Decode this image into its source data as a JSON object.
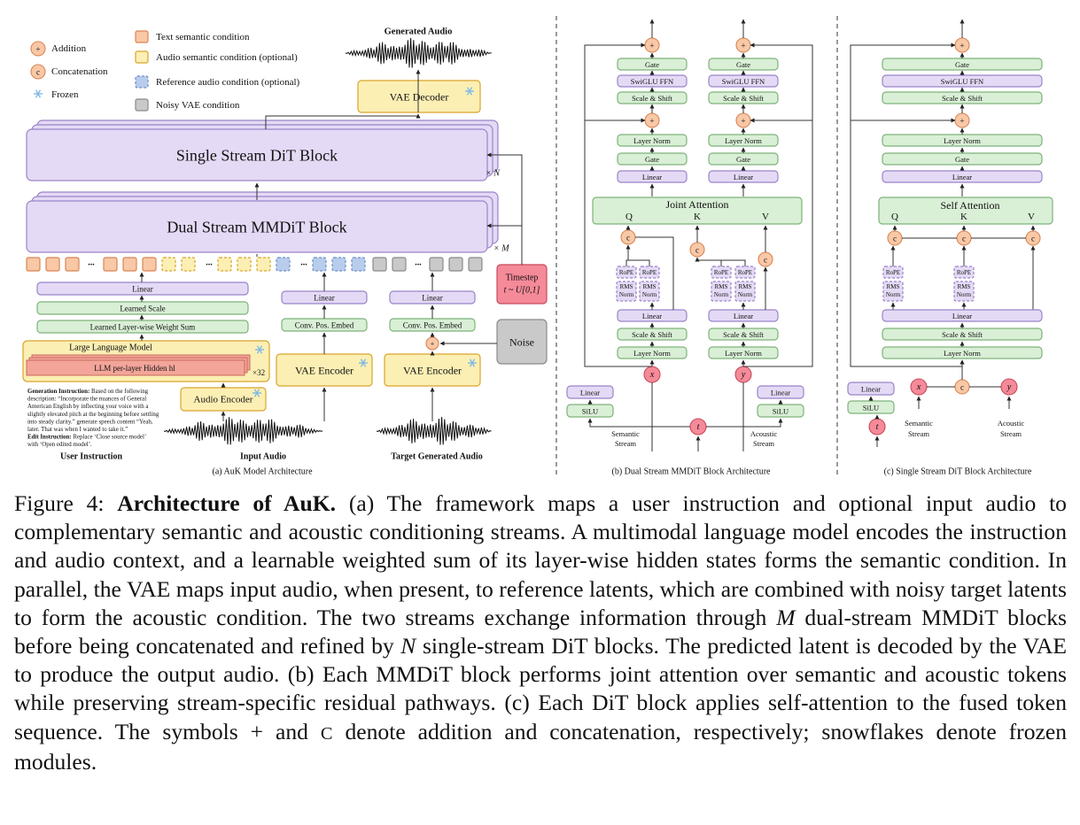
{
  "legend": {
    "addition": "Addition",
    "concatenation": "Concatenation",
    "frozen": "Frozen",
    "text_semantic": "Text semantic condition",
    "audio_semantic": "Audio semantic condition  (optional)",
    "reference_audio": "Reference audio condition (optional)",
    "noisy_vae": "Noisy VAE condition"
  },
  "symbols": {
    "plus": "+",
    "concat": "c",
    "ellipsis": "..."
  },
  "panel_a": {
    "generated_audio": "Generated Audio",
    "vae_decoder": "VAE Decoder",
    "single_stream": "Single Stream DiT Block",
    "dual_stream": "Dual Stream MMDiT Block",
    "times_n": "× N",
    "times_m": "× M",
    "linear": "Linear",
    "learned_scale": "Learned Scale",
    "weight_sum": "Learned Layer-wise Weight Sum",
    "llm": "Large Language Model",
    "llm_hidden": "LLM per-layer Hidden h",
    "llm_hidden_sub": "l",
    "times_32": "×32",
    "audio_encoder": "Audio Encoder",
    "conv_pos": "Conv. Pos. Embed",
    "vae_encoder": "VAE Encoder",
    "timestep_title": "Timestep",
    "timestep_dist": "t ~ U[0,1]",
    "noise": "Noise",
    "user_instruction": "User Instruction",
    "input_audio": "Input Audio",
    "target_audio": "Target Generated Audio",
    "caption": "(a) AuK Model Architecture",
    "instruction_lines": [
      {
        "bold": "Generation Instruction:",
        "text": " Based on the following"
      },
      {
        "bold": "",
        "text": "description: “Incorporate the nuances of General"
      },
      {
        "bold": "",
        "text": "American English by inflecting your voice with a"
      },
      {
        "bold": "",
        "text": "slightly elevated pitch at the beginning before settling"
      },
      {
        "bold": "",
        "text": "into steady clarity.” generate speech content “Yeah,"
      },
      {
        "bold": "",
        "text": "later. That was when I wanted to take it.”"
      },
      {
        "bold": "Edit Instruction:",
        "text": " Replace ‘Close source model’"
      },
      {
        "bold": "",
        "text": "with ‘Open edited model’."
      }
    ]
  },
  "panel_b": {
    "gate": "Gate",
    "swiglu": "SwiGLU FFN",
    "scale_shift": "Scale & Shift",
    "layer_norm": "Layer Norm",
    "linear": "Linear",
    "joint_attention": "Joint Attention",
    "q": "Q",
    "k": "K",
    "v": "V",
    "rope": "RoPE",
    "rms1": "RMS",
    "rms2": "Norm",
    "silu": "SiLU",
    "x": "x",
    "y": "y",
    "t": "t",
    "semantic_stream": [
      "Semantic",
      "Stream"
    ],
    "acoustic_stream": [
      "Acoustic",
      "Stream"
    ],
    "caption": "(b) Dual Stream MMDiT Block Architecture"
  },
  "panel_c": {
    "self_attention": "Self Attention",
    "caption": "(c) Single Stream DiT Block Architecture"
  },
  "caption": {
    "label": "Figure 4:",
    "title": "Architecture of AuK.",
    "s1": "(a) The framework maps a user instruction and optional input audio to complementary semantic and acoustic conditioning streams. A multimodal language model encodes the instruction and audio context, and a learnable weighted sum of its layer-wise hidden states forms the semantic condition. In parallel, the VAE maps input audio, when present, to reference latents, which are combined with noisy target latents to form the acoustic condition. The two streams exchange information through",
    "m": "M",
    "s2": "dual-stream MMDiT blocks before being concatenated and refined by",
    "n": "N",
    "s3": "single-stream DiT blocks. The predicted latent is decoded by the VAE to produce the output audio. (b) Each MMDiT block performs joint attention over semantic and acoustic tokens while preserving stream-specific residual pathways. (c) Each DiT block applies self-attention to the fused token sequence. The symbols + and",
    "c": "C",
    "s4": "denote addition and concatenation, respectively; snowflakes denote frozen modules."
  },
  "colors": {
    "purple_fill": "#e4daf5",
    "purple_stroke": "#9a84c9",
    "green_fill": "#d9efd6",
    "green_stroke": "#7fb27a",
    "yellow_fill": "#fcefb4",
    "yellow_stroke": "#d9a52a",
    "orange_fill": "#f9c8a6",
    "orange_stroke": "#d98555",
    "blue_fill": "#b8cdec",
    "blue_stroke": "#6f8fc7",
    "gray_fill": "#c9c9c9",
    "gray_stroke": "#8a8a8a",
    "red_fill": "#f58a99",
    "red_stroke": "#c84a5c",
    "llm_red": "#f3a59a"
  }
}
